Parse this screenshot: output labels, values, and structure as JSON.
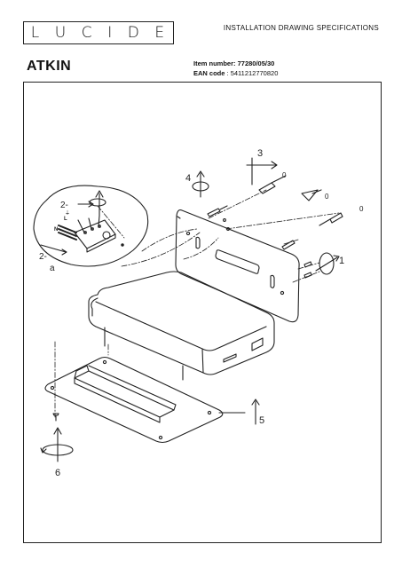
{
  "header": {
    "logo_letters": [
      "L",
      "U",
      "C",
      "I",
      "D",
      "E"
    ],
    "spec_title": "INSTALLATION DRAWING SPECIFICATIONS",
    "product_name": "ATKIN",
    "item_number_label": "Item number:",
    "item_number_value": "77280/05/30",
    "ean_label": "EAN code",
    "ean_value": ": 5411212770820"
  },
  "callouts": {
    "step_1": "1",
    "step_2a": "2-",
    "step_2b": "2-",
    "step_2c": "a",
    "step_3": "3",
    "step_4": "4",
    "step_5": "5",
    "step_6": "6",
    "wire_n": "N",
    "wire_l": "L",
    "wire_e": "⏚",
    "qty_a": "0",
    "qty_b": "0",
    "qty_c": "0"
  }
}
